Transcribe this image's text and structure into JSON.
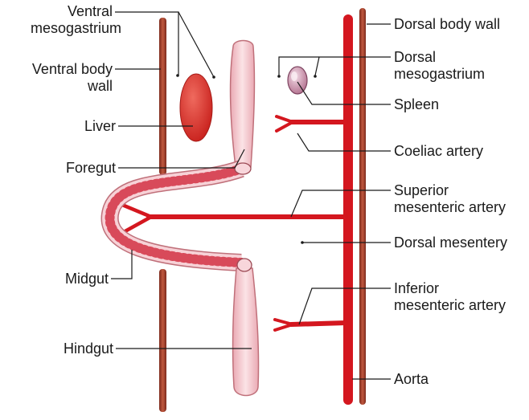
{
  "labels": {
    "ventral_mesogastrium": [
      "Ventral",
      "mesogastrium"
    ],
    "ventral_body_wall": [
      "Ventral body",
      "wall"
    ],
    "liver": "Liver",
    "foregut": "Foregut",
    "midgut": "Midgut",
    "hindgut": "Hindgut",
    "dorsal_body_wall": "Dorsal body wall",
    "dorsal_mesogastrium": [
      "Dorsal",
      "mesogastrium"
    ],
    "spleen": "Spleen",
    "coeliac_artery": "Coeliac artery",
    "superior_mesenteric_artery": [
      "Superior",
      "mesenteric artery"
    ],
    "dorsal_mesentery": "Dorsal mesentery",
    "inferior_mesenteric_artery": [
      "Inferior",
      "mesenteric artery"
    ],
    "aorta": "Aorta"
  },
  "colors": {
    "artery": "#d4171f",
    "body_wall": "#a0402c",
    "gut_fill": "#f5c6cc",
    "gut_stroke": "#c0707a",
    "liver": "#d8342c",
    "spleen": "#c98aa6",
    "leader": "#1a1a1a"
  }
}
